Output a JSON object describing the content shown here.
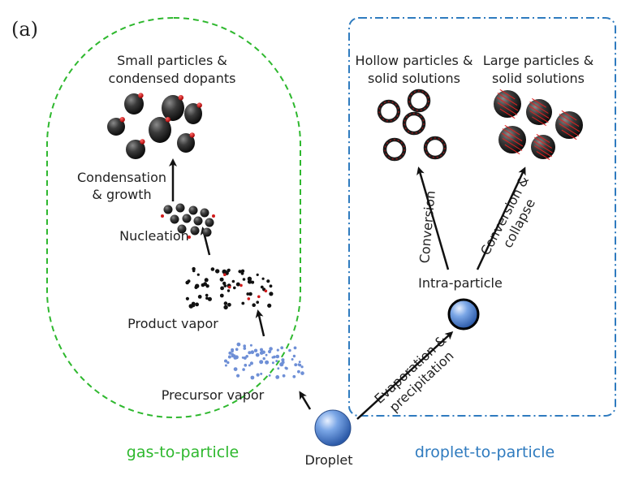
{
  "panel_label": "(a)",
  "pathways": {
    "gas": {
      "label": "gas-to-particle",
      "color": "#2eb82e"
    },
    "droplet": {
      "label": "droplet-to-particle",
      "color": "#2f7bbf"
    }
  },
  "labels": {
    "small_particles_1": "Small particles &",
    "small_particles_2": "condensed dopants",
    "condensation_1": "Condensation",
    "condensation_2": "& growth",
    "nucleation": "Nucleation",
    "product_vapor": "Product vapor",
    "precursor_vapor": "Precursor vapor",
    "droplet": "Droplet",
    "hollow_1": "Hollow particles &",
    "hollow_2": "solid solutions",
    "large_1": "Large particles &",
    "large_2": "solid solutions",
    "intra_particle": "Intra-particle",
    "conversion": "Conversion",
    "conversion_collapse_1": "Conversion &",
    "conversion_collapse_2": "collapse",
    "evaporation_1": "Evaporation &",
    "evaporation_2": "precipitation"
  },
  "colors": {
    "dopant": "#d11a1a",
    "particle": "#3a3a3a",
    "droplet": "#4a7fd0",
    "ring": "#8b1a1a"
  }
}
